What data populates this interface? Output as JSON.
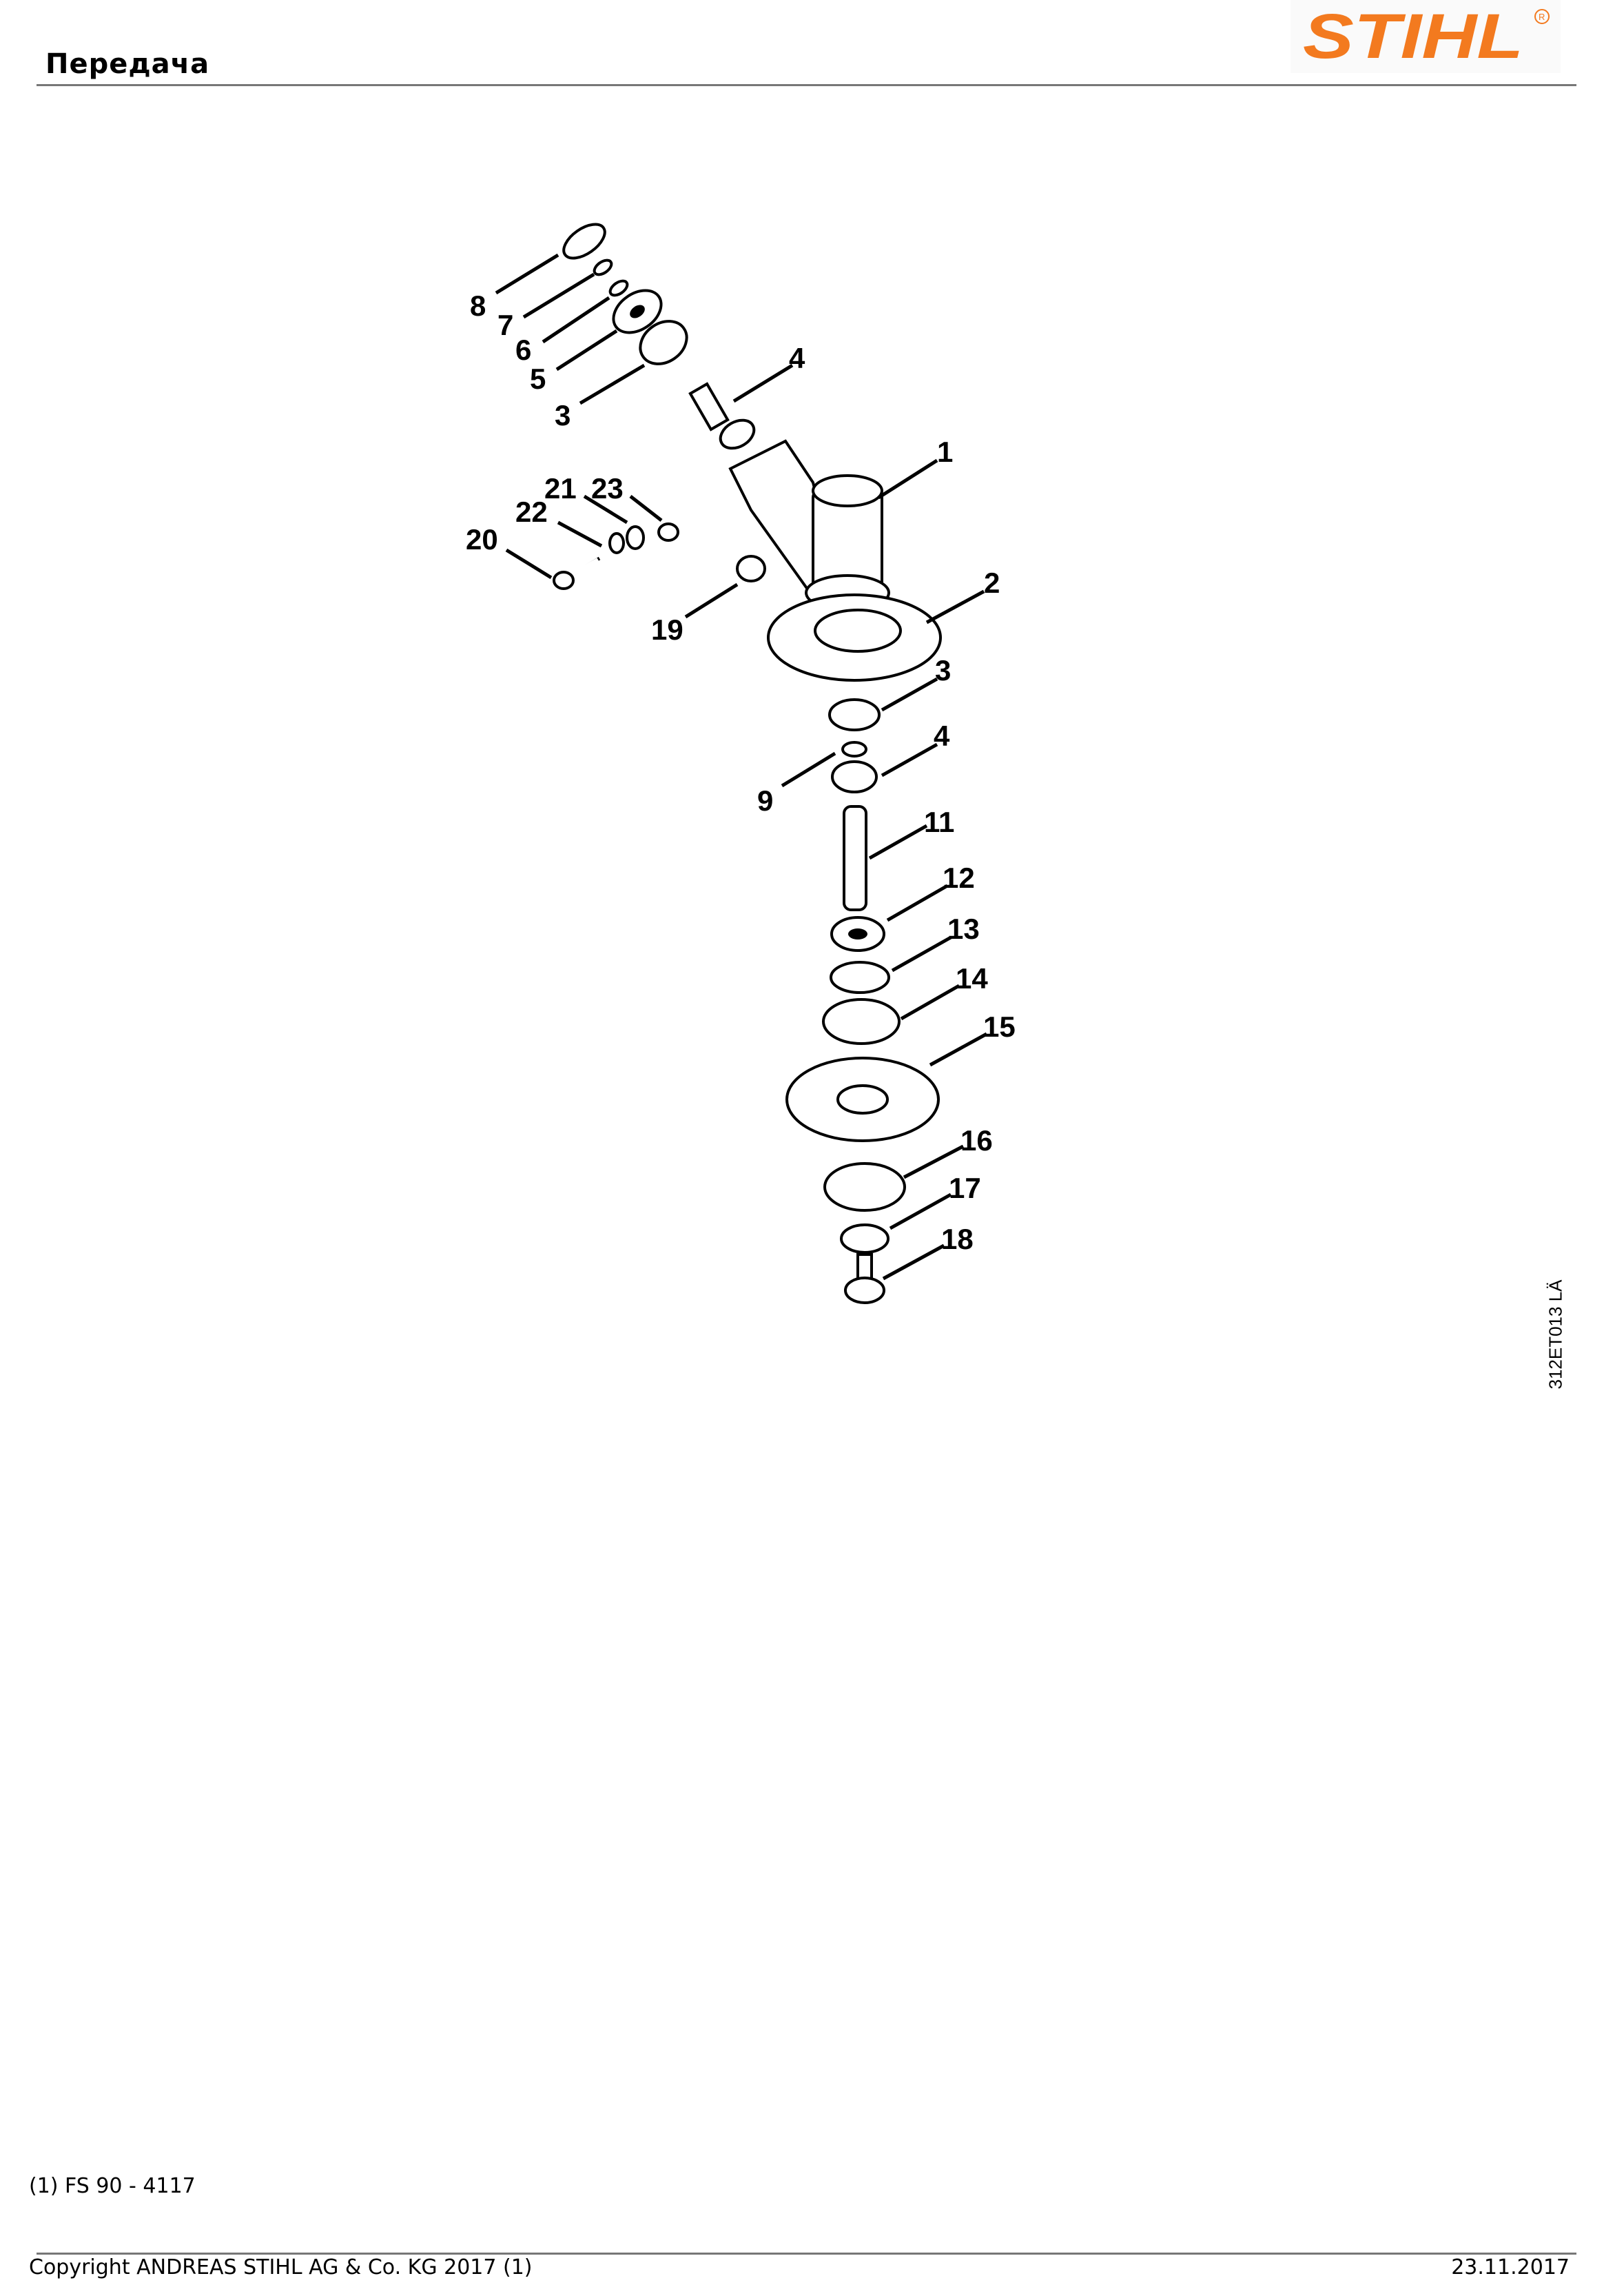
{
  "header": {
    "title": "Передача",
    "logo_text": "STIHL",
    "logo_registered": "®",
    "brand_color": "#f37a1f"
  },
  "diagram": {
    "drawing_code": "312ET013 LÄ",
    "callouts": [
      "8",
      "7",
      "6",
      "5",
      "3",
      "4",
      "1",
      "21",
      "23",
      "22",
      "20",
      "19",
      "2",
      "3",
      "4",
      "9",
      "11",
      "12",
      "13",
      "14",
      "15",
      "16",
      "17",
      "18"
    ]
  },
  "footer": {
    "footnote": "(1) FS 90 - 4117",
    "copyright": "Copyright ANDREAS STIHL AG & Co. KG 2017 (1)",
    "date": "23.11.2017"
  }
}
